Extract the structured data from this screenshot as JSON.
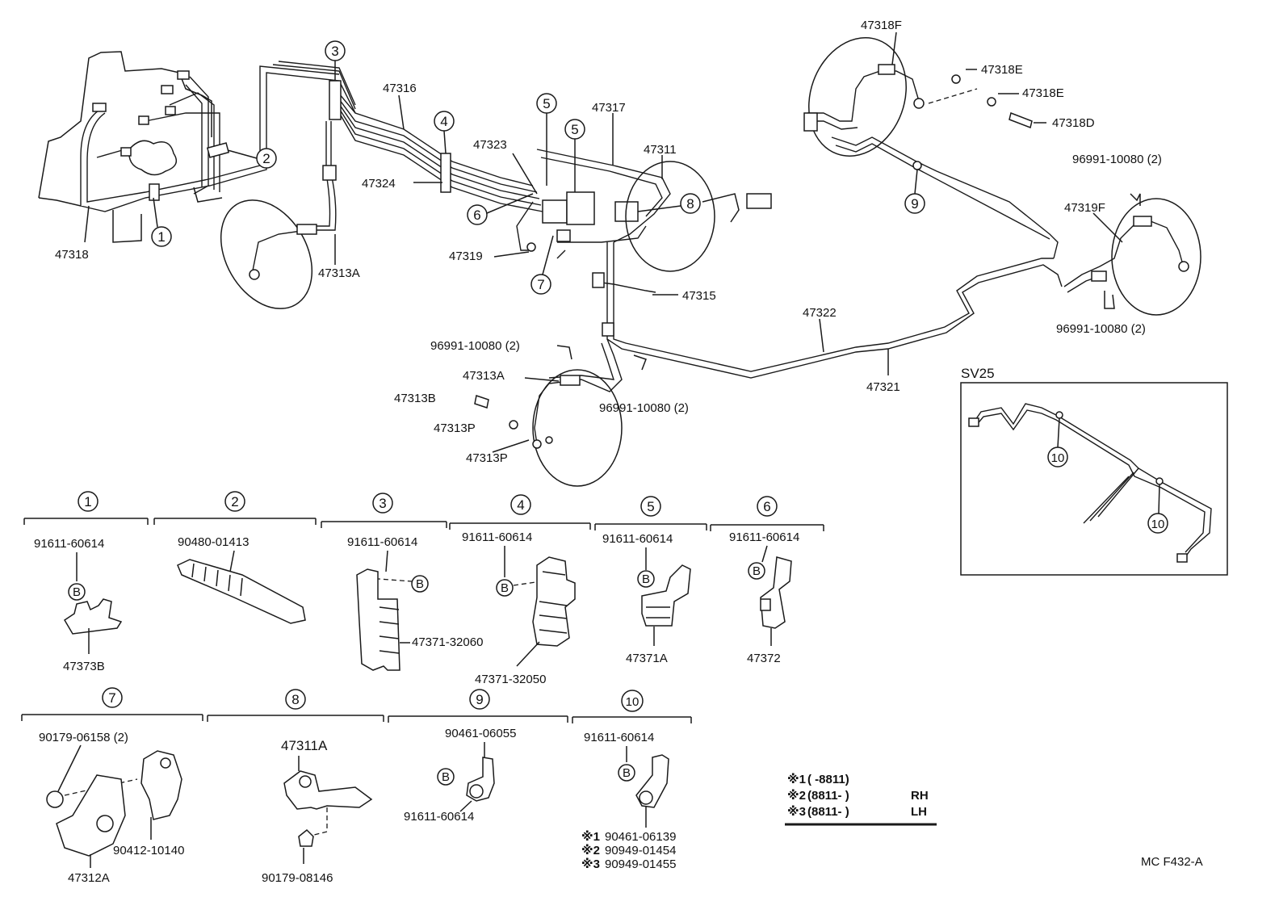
{
  "callouts": [
    {
      "id": "1",
      "part": "47373B",
      "fasteners": [
        "91611-60614"
      ]
    },
    {
      "id": "2",
      "part": "90480-01413",
      "fasteners": []
    },
    {
      "id": "3",
      "part": "47371-32060",
      "fasteners": [
        "91611-60614"
      ]
    },
    {
      "id": "4",
      "part": "47371-32050",
      "fasteners": [
        "91611-60614"
      ]
    },
    {
      "id": "5",
      "part": "47371A",
      "fasteners": [
        "91611-60614"
      ]
    },
    {
      "id": "6",
      "part": "47372",
      "fasteners": [
        "91611-60614"
      ]
    },
    {
      "id": "7",
      "part": "47312A",
      "fasteners": [
        "90179-06158 (2)",
        "90412-10140"
      ]
    },
    {
      "id": "8",
      "part": "47311A",
      "fasteners": [
        "90179-08146"
      ]
    },
    {
      "id": "9",
      "part": "90461-06055",
      "fasteners": [
        "91611-60614"
      ]
    },
    {
      "id": "10",
      "part": "91611-60614",
      "fasteners": [
        "90461-06139",
        "90949-01454",
        "90949-01455"
      ]
    }
  ],
  "main_labels": {
    "l47318": "47318",
    "l47313A": "47313A",
    "l47316": "47316",
    "l47324": "47324",
    "l47323": "47323",
    "l47317": "47317",
    "l47311": "47311",
    "l47319": "47319",
    "l47315": "47315",
    "l47318F": "47318F",
    "l47318E_1": "47318E",
    "l47318E_2": "47318E",
    "l47318D": "47318D",
    "l96991_tr": "96991-10080 (2)",
    "l47319F": "47319F",
    "l96991_r": "96991-10080 (2)",
    "l47322": "47322",
    "l47321": "47321",
    "l96991_c1": "96991-10080 (2)",
    "l47313A_b": "47313A",
    "l47313B": "47313B",
    "l96991_c2": "96991-10080 (2)",
    "l47313P_1": "47313P",
    "l47313P_2": "47313P"
  },
  "detail_labels": {
    "d1_fast": "91611-60614",
    "d1_part": "47373B",
    "d2_part": "90480-01413",
    "d3_fast": "91611-60614",
    "d3_part": "47371-32060",
    "d4_fast": "91611-60614",
    "d4_part": "47371-32050",
    "d5_fast": "91611-60614",
    "d5_part": "47371A",
    "d6_fast": "91611-60614",
    "d6_part": "47372",
    "d7_fast1": "90179-06158 (2)",
    "d7_fast2": "90412-10140",
    "d7_part": "47312A",
    "d8_part": "47311A",
    "d8_fast": "90179-08146",
    "d9_part": "90461-06055",
    "d9_fast": "91611-60614",
    "d10_fast": "91611-60614",
    "d10_n1": "90461-06139",
    "d10_n2": "90949-01454",
    "d10_n3": "90949-01455"
  },
  "bolt_marker": "B",
  "inset": {
    "title": "SV25",
    "callout": "10"
  },
  "notes": [
    {
      "mark": "※1",
      "text": "(         -8811)",
      "side": ""
    },
    {
      "mark": "※2",
      "text": "(8811-          )",
      "side": "RH"
    },
    {
      "mark": "※3",
      "text": "(8811-          )",
      "side": "LH"
    }
  ],
  "note_marks": [
    "※1",
    "※2",
    "※3"
  ],
  "figure_code": "MC  F432-A"
}
